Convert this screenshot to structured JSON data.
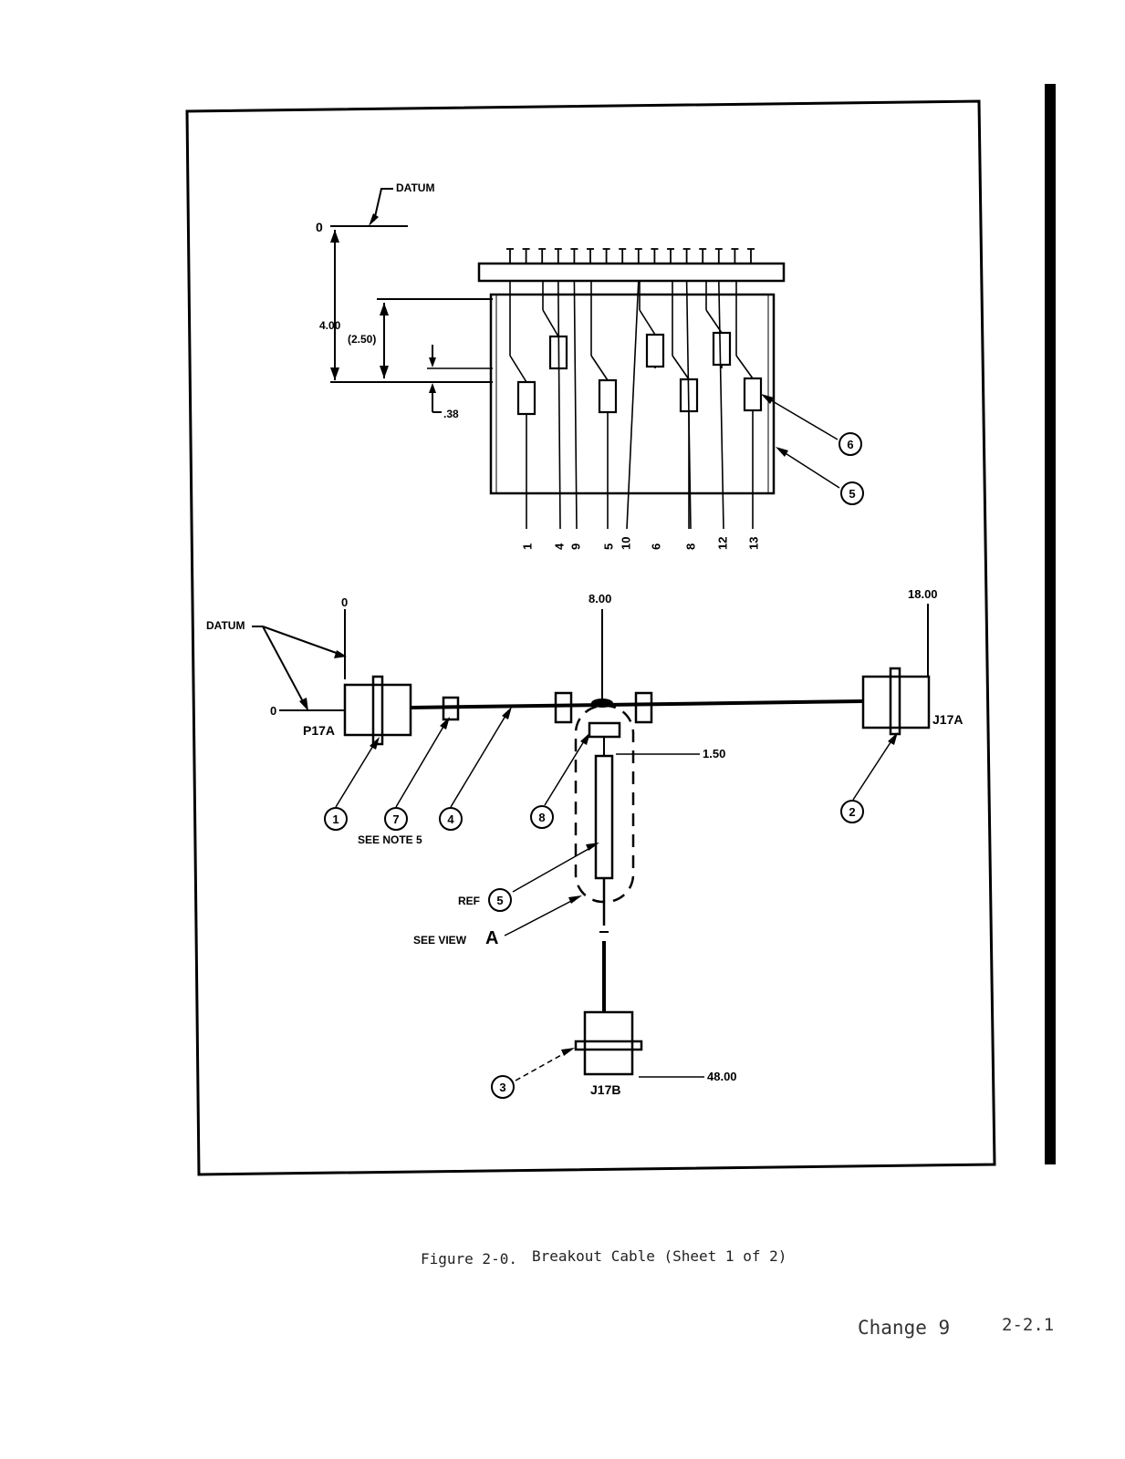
{
  "caption": {
    "figure": "Figure 2-0.",
    "title": "Breakout Cable (Sheet 1 of 2)"
  },
  "footer": {
    "change": "Change 9",
    "page": "2-2.1"
  },
  "detail_view": {
    "datum": "DATUM",
    "dim_zero": "0",
    "dim_total": "4.00",
    "dim_ref": "(2.50)",
    "dim_offset": ".38",
    "wire_numbers": [
      "1",
      "4",
      "9",
      "5",
      "10",
      "6",
      "8",
      "12",
      "13"
    ]
  },
  "assembly": {
    "datum": "DATUM",
    "zero_top": "0",
    "zero_left": "0",
    "mid_dim": "8.00",
    "right_dim": "18.00",
    "breakout_dim": "1.50",
    "bottom_dim": "48.00",
    "conn_p17a": "P17A",
    "conn_j17a": "J17A",
    "conn_j17b": "J17B",
    "see_note": "SEE NOTE 5",
    "ref": "REF",
    "see_view": "SEE VIEW",
    "view_letter": "A"
  },
  "callouts": [
    "1",
    "2",
    "3",
    "4",
    "5",
    "6",
    "7",
    "8"
  ]
}
